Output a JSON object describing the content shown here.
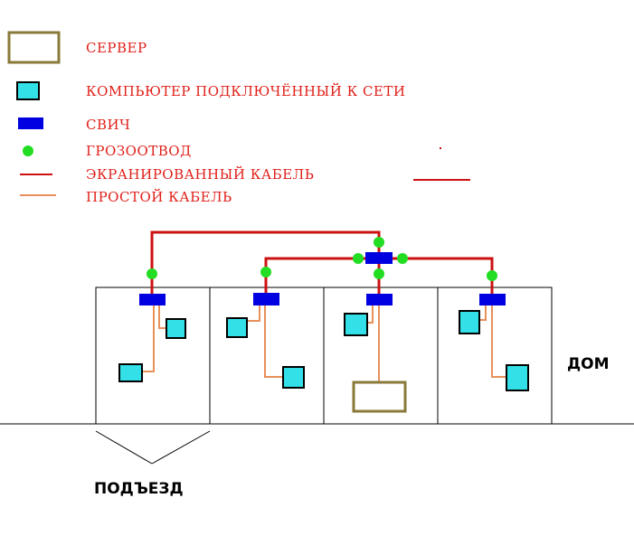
{
  "legend": {
    "server": "СЕРВЕР",
    "computer": "КОМПЬЮТЕР ПОДКЛЮЧЁННЫЙ К СЕТИ",
    "switch": "СВИЧ",
    "lightning_rod": "ГРОЗООТВОД",
    "shielded_cable": "ЭКРАНИРОВАННЫЙ КАБЕЛЬ",
    "simple_cable": "ПРОСТОЙ КАБЕЛЬ"
  },
  "labels": {
    "house": "ДОМ",
    "entrance": "ПОДЪЕЗД"
  },
  "colors": {
    "server_border": "#8a7a3a",
    "computer_fill": "#33e0e8",
    "switch_fill": "#0000e0",
    "lightning_rod": "#22dd22",
    "shielded_cable": "#cc1111",
    "simple_cable": "#e8905a",
    "legend_text": "#e0201a"
  }
}
